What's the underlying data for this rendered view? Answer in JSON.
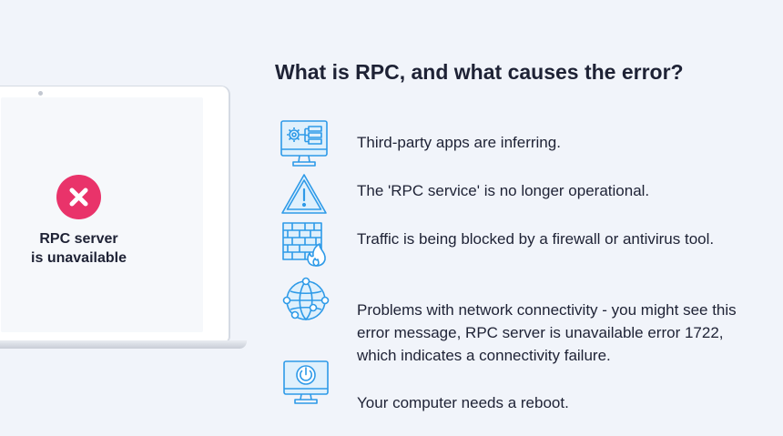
{
  "laptop": {
    "error_title": "RPC server",
    "error_subtitle": "is unavailable"
  },
  "heading": "What is RPC, and what causes the error?",
  "causes": [
    {
      "icon": "monitor-settings-icon",
      "text": "Third-party apps are inferring."
    },
    {
      "icon": "warning-triangle-icon",
      "text": "The 'RPC service' is no longer operational."
    },
    {
      "icon": "firewall-icon",
      "text": "Traffic is being blocked by a firewall or antivirus tool."
    },
    {
      "icon": "network-globe-icon",
      "text": "Problems with network connectivity - you might see this error message, RPC server is unavailable error 1722, which indicates a connectivity failure."
    },
    {
      "icon": "power-monitor-icon",
      "text": "Your computer needs a reboot."
    }
  ],
  "colors": {
    "icon_blue": "#2e9ae8",
    "error_pink": "#e9336a",
    "text": "#1e2235",
    "background": "#f1f4fa"
  }
}
